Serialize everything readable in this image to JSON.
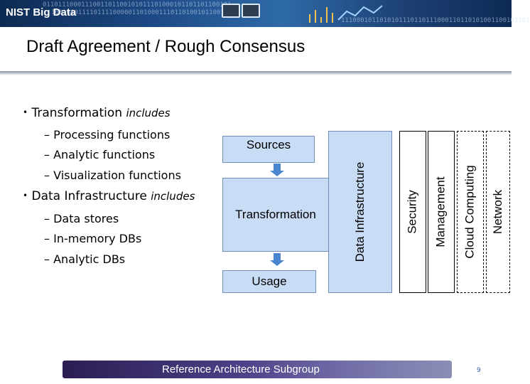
{
  "header": {
    "logo_text": "NIST Big Data",
    "binary_lines": [
      "0110111000111001101100101011101000101101101100101",
      "1001010111101111000001101000111011010010110011011",
      "1110001011010101110110111000110110101001100101101"
    ]
  },
  "slide": {
    "title": "Draft Agreement / Rough Consensus",
    "bullets": [
      {
        "text": "Transformation ",
        "emphasis": "includes",
        "subitems": [
          "Processing functions",
          "Analytic functions",
          "Visualization functions"
        ]
      },
      {
        "text": "Data Infrastructure ",
        "emphasis": "includes",
        "subitems": [
          "Data stores",
          "In-memory DBs",
          "Analytic DBs"
        ]
      }
    ]
  },
  "diagram": {
    "boxes": {
      "sources": "Sources",
      "transformation": "Transformation",
      "usage": "Usage"
    },
    "vertical_bars": {
      "data_infrastructure": "Data Infrastructure",
      "security": "Security",
      "management": "Management",
      "cloud_computing": "Cloud Computing",
      "network": "Network"
    },
    "colors": {
      "box_fill": "#c9dcf5",
      "arrow": "#4a86cf"
    }
  },
  "footer": {
    "text": "Reference Architecture Subgroup",
    "page_number": "9"
  }
}
